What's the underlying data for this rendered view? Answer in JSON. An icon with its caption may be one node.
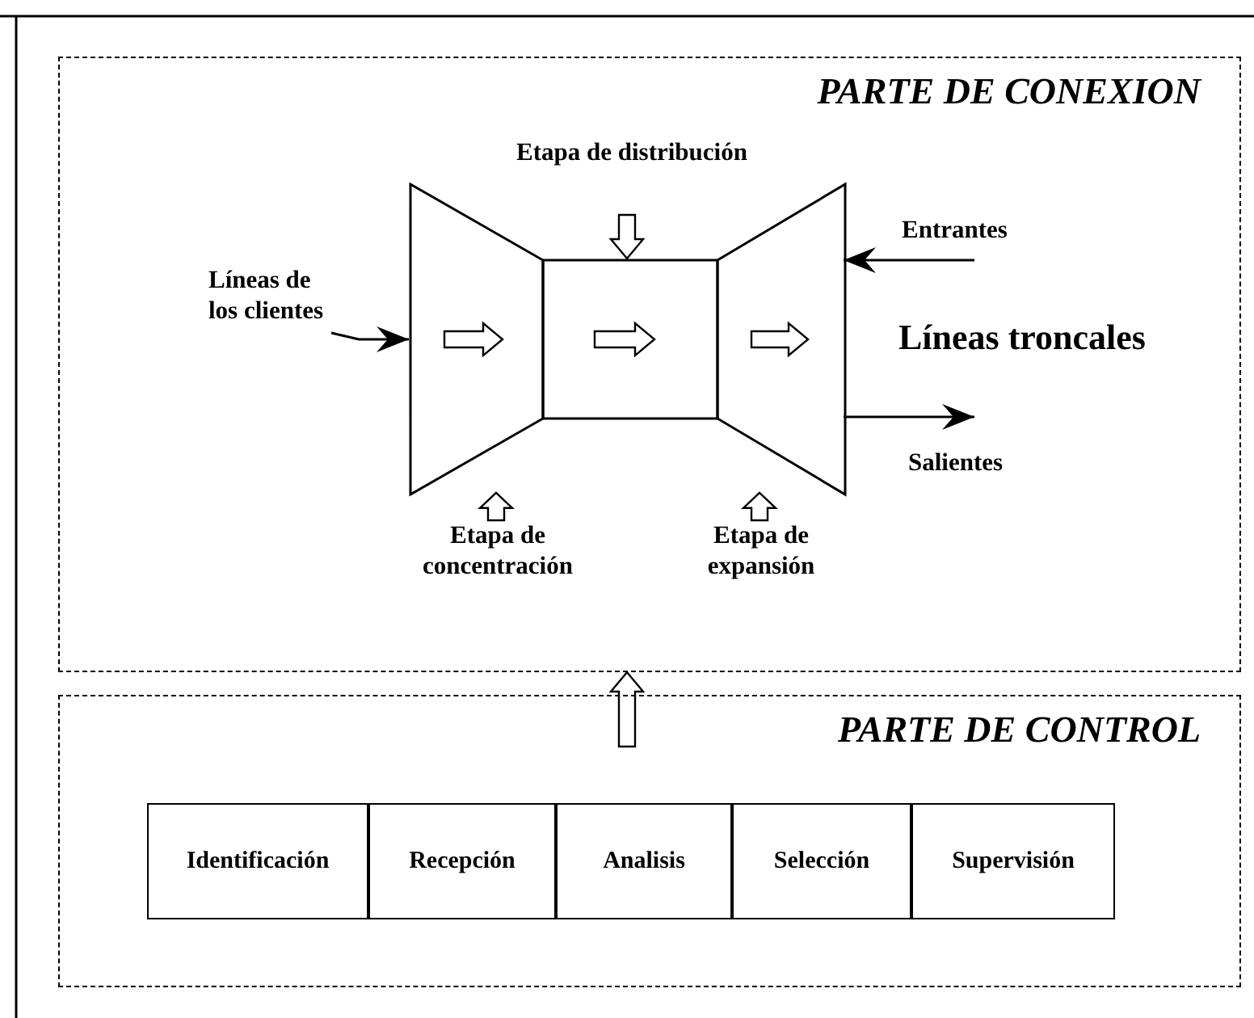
{
  "diagram": {
    "nodes": [
      {
        "text": [
          "PARTE DE CONEXION"
        ]
      },
      {
        "text": [],
        "shape": "trapezoid",
        "in": 0
      },
      {
        "text": [],
        "shape": "box",
        "in": 0
      },
      {
        "text": [],
        "shape": "trapezoid",
        "in": 0
      },
      {
        "text": [
          "Líneas de los clientes"
        ],
        "in": 0
      },
      {
        "text": [
          "Etapa de distribución"
        ],
        "in": 0
      },
      {
        "text": [
          "Etapa de concentración"
        ],
        "in": 0
      },
      {
        "text": [
          "Etapa de expansión"
        ],
        "in": 0
      },
      {
        "text": [
          "PARTE DE CONTROL"
        ]
      },
      {
        "text": [
          "Identificación"
        ],
        "in": 8
      },
      {
        "text": [
          "Recepción"
        ],
        "in": 8
      },
      {
        "text": [
          "Analisis"
        ],
        "in": 8
      },
      {
        "text": [
          "Selección"
        ],
        "in": 8
      },
      {
        "text": [
          "Supervisión"
        ],
        "in": 8
      }
    ],
    "edges": [
      {
        "from": 4,
        "to": 1,
        "arrow": "to"
      },
      {
        "from": null,
        "to": 3,
        "arrow": "to"
      },
      {
        "from": 3,
        "to": null,
        "arrow": "to"
      },
      {
        "from": 5,
        "to": 2,
        "arrow": "to",
        "style": "thick"
      },
      {
        "from": 6,
        "to": 1,
        "arrow": "to",
        "style": "thick"
      },
      {
        "from": 7,
        "to": 3,
        "arrow": "to",
        "style": "thick"
      },
      {
        "from": null,
        "to": 0,
        "arrow": "to",
        "style": "thick"
      }
    ],
    "labels": [
      "Entrantes",
      "Líneas troncales",
      "Salientes"
    ]
  }
}
